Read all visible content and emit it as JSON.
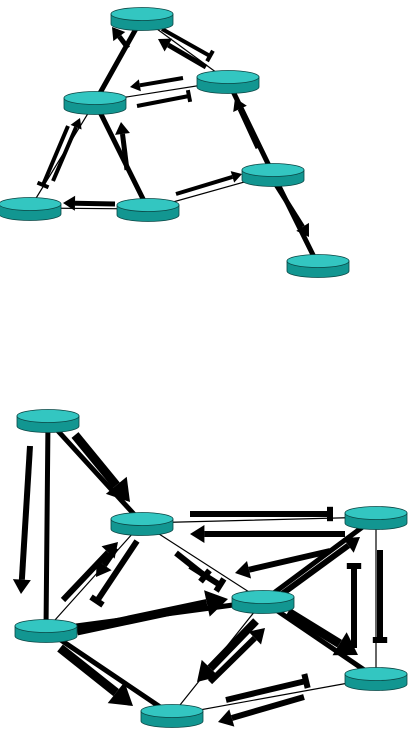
{
  "colors": {
    "background": "#ffffff",
    "link": "#000000",
    "arrow": "#000000",
    "router_top": "#33c6c1",
    "router_side": "#129691",
    "router_outline": "#0b4745"
  },
  "icons": {
    "node": "router-icon",
    "arrow_block": "arrow-head-icon",
    "arrow_bar": "bar-head-icon"
  },
  "diagrams": [
    {
      "name": "top-network",
      "nodes": [
        {
          "id": "t-a"
        },
        {
          "id": "t-b"
        },
        {
          "id": "t-c"
        },
        {
          "id": "t-d"
        },
        {
          "id": "t-e"
        },
        {
          "id": "t-f"
        },
        {
          "id": "t-g"
        }
      ],
      "links": [
        {
          "from": "t-a",
          "to": "t-b",
          "weight": "thick"
        },
        {
          "from": "t-a",
          "to": "t-c",
          "weight": "thin"
        },
        {
          "from": "t-b",
          "to": "t-c",
          "weight": "thin"
        },
        {
          "from": "t-b",
          "to": "t-d",
          "weight": "thin"
        },
        {
          "from": "t-b",
          "to": "t-e",
          "weight": "thick"
        },
        {
          "from": "t-d",
          "to": "t-e",
          "weight": "thin"
        },
        {
          "from": "t-e",
          "to": "t-f",
          "weight": "thin"
        },
        {
          "from": "t-c",
          "to": "t-f",
          "weight": "thick"
        },
        {
          "from": "t-f",
          "to": "t-g",
          "weight": "thick"
        }
      ]
    },
    {
      "name": "bottom-network",
      "nodes": [
        {
          "id": "b-a"
        },
        {
          "id": "b-b"
        },
        {
          "id": "b-c"
        },
        {
          "id": "b-d"
        },
        {
          "id": "b-e"
        },
        {
          "id": "b-f"
        },
        {
          "id": "b-g"
        }
      ],
      "links": [
        {
          "from": "b-a",
          "to": "b-b",
          "weight": "thick"
        },
        {
          "from": "b-a",
          "to": "b-d",
          "weight": "thick"
        },
        {
          "from": "b-b",
          "to": "b-c",
          "weight": "thin"
        },
        {
          "from": "b-b",
          "to": "b-d",
          "weight": "thin"
        },
        {
          "from": "b-b",
          "to": "b-e",
          "weight": "thin"
        },
        {
          "from": "b-c",
          "to": "b-e",
          "weight": "thick"
        },
        {
          "from": "b-c",
          "to": "b-f",
          "weight": "thin"
        },
        {
          "from": "b-d",
          "to": "b-e",
          "weight": "thick"
        },
        {
          "from": "b-d",
          "to": "b-g",
          "weight": "thick"
        },
        {
          "from": "b-e",
          "to": "b-g",
          "weight": "thin"
        },
        {
          "from": "b-e",
          "to": "b-f",
          "weight": "thick"
        },
        {
          "from": "b-g",
          "to": "b-f",
          "weight": "thin"
        }
      ]
    }
  ]
}
